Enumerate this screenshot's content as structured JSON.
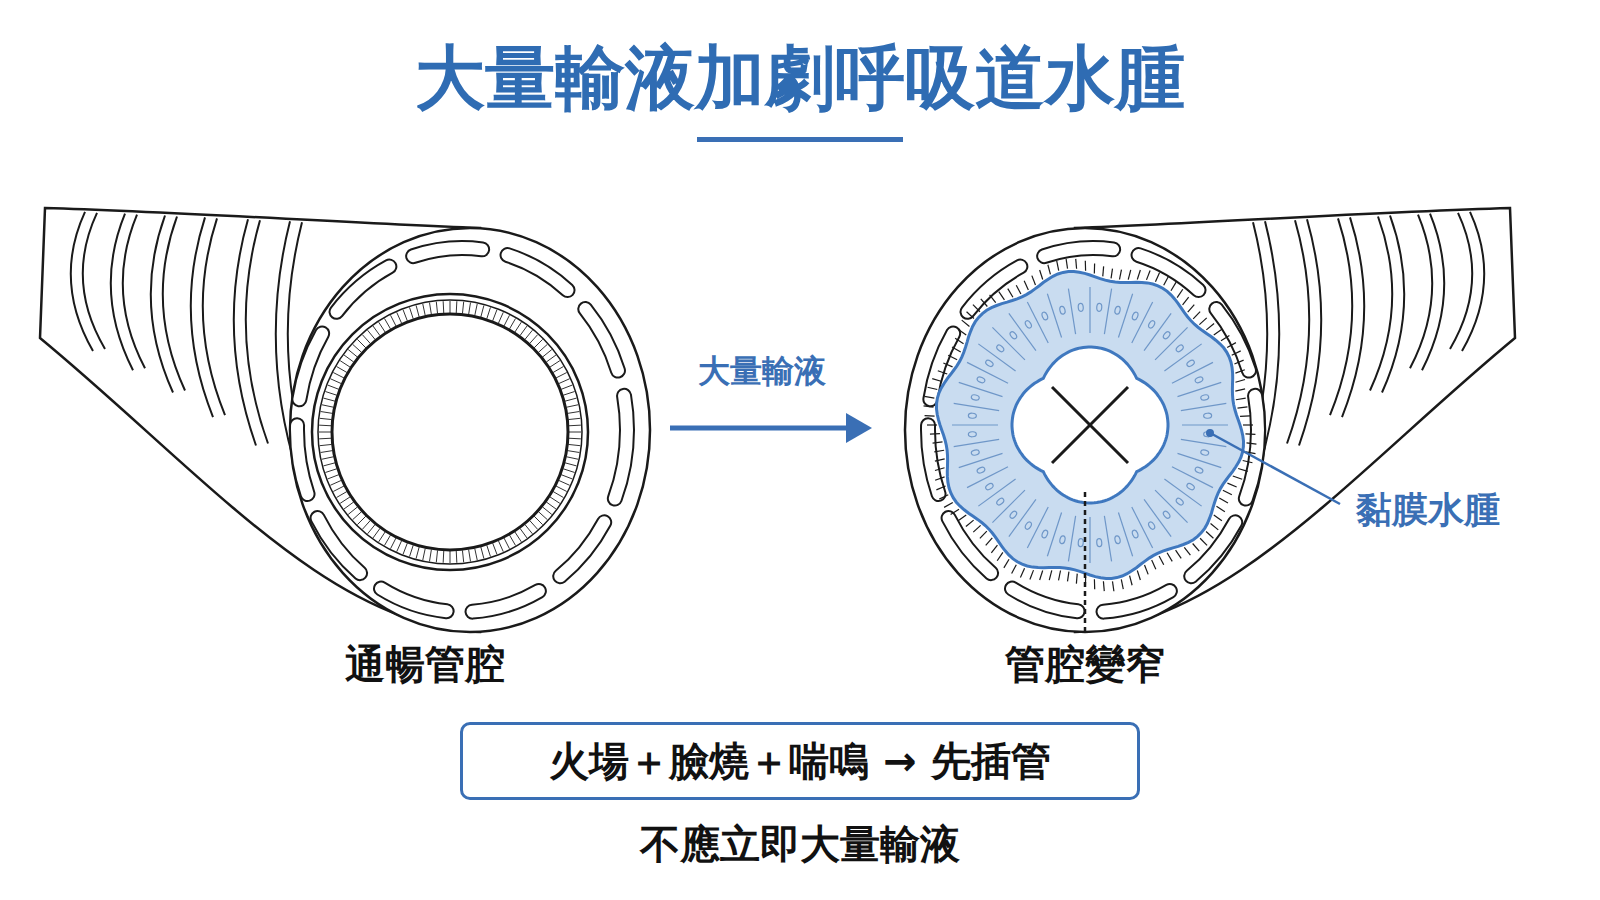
{
  "diagram": {
    "title": "大量輸液加劇呼吸道水腫",
    "nodes": [
      {
        "text": [
          "火場＋臉燒＋喘鳴 → 先插管"
        ]
      }
    ],
    "labels": [
      "大量輸液",
      "通暢管腔",
      "管腔變窄",
      "黏膜水腫",
      "不應立即大量輸液"
    ]
  }
}
